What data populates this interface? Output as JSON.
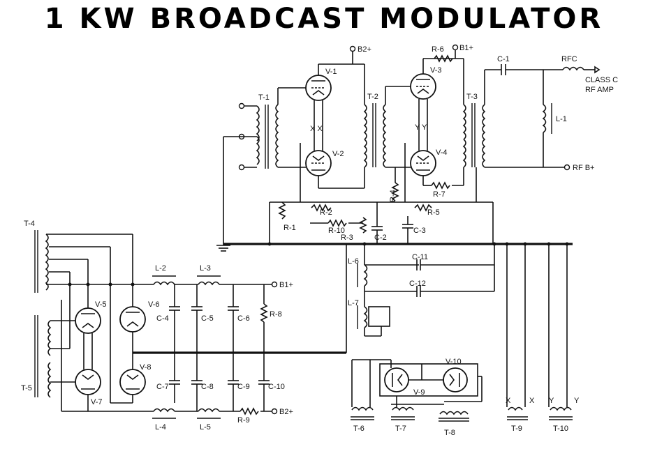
{
  "title": "1 KW BROADCAST MODULATOR",
  "labels": {
    "B2_top": "B2+",
    "B1_top": "B1+",
    "V1": "V-1",
    "V2": "V-2",
    "V3": "V-3",
    "V4": "V-4",
    "V5": "V-5",
    "V6": "V-6",
    "V7": "V-7",
    "V8": "V-8",
    "V9": "V-9",
    "V10": "V-10",
    "T1": "T-1",
    "T2": "T-2",
    "T3": "T-3",
    "T4": "T-4",
    "T5": "T-5",
    "T6": "T-6",
    "T7": "T-7",
    "T8": "T-8",
    "T9": "T-9",
    "T10": "T-10",
    "R1": "R-1",
    "R2": "R-2",
    "R3": "R-3",
    "R4": "R-4",
    "R5": "R-5",
    "R6": "R-6",
    "R7": "R-7",
    "R8": "R-8",
    "R9": "R-9",
    "R10": "R-10",
    "C1": "C-1",
    "C2": "C-2",
    "C3": "C-3",
    "C4": "C-4",
    "C5": "C-5",
    "C6": "C-6",
    "C7": "C-7",
    "C8": "C-8",
    "C9": "C-9",
    "C10": "C-10",
    "C11": "C-11",
    "C12": "C-12",
    "L1": "L-1",
    "L2": "L-2",
    "L3": "L-3",
    "L4": "L-4",
    "L5": "L-5",
    "L6": "L-6",
    "L7": "L-7",
    "RFC": "RFC",
    "class_c_1": "CLASS C",
    "class_c_2": "RF AMP",
    "rf_b": "RF B+",
    "B1_mid": "B1+",
    "B2_bot": "B2+",
    "xx": "X X",
    "yy": "Y Y",
    "x": "X",
    "y": "Y"
  }
}
